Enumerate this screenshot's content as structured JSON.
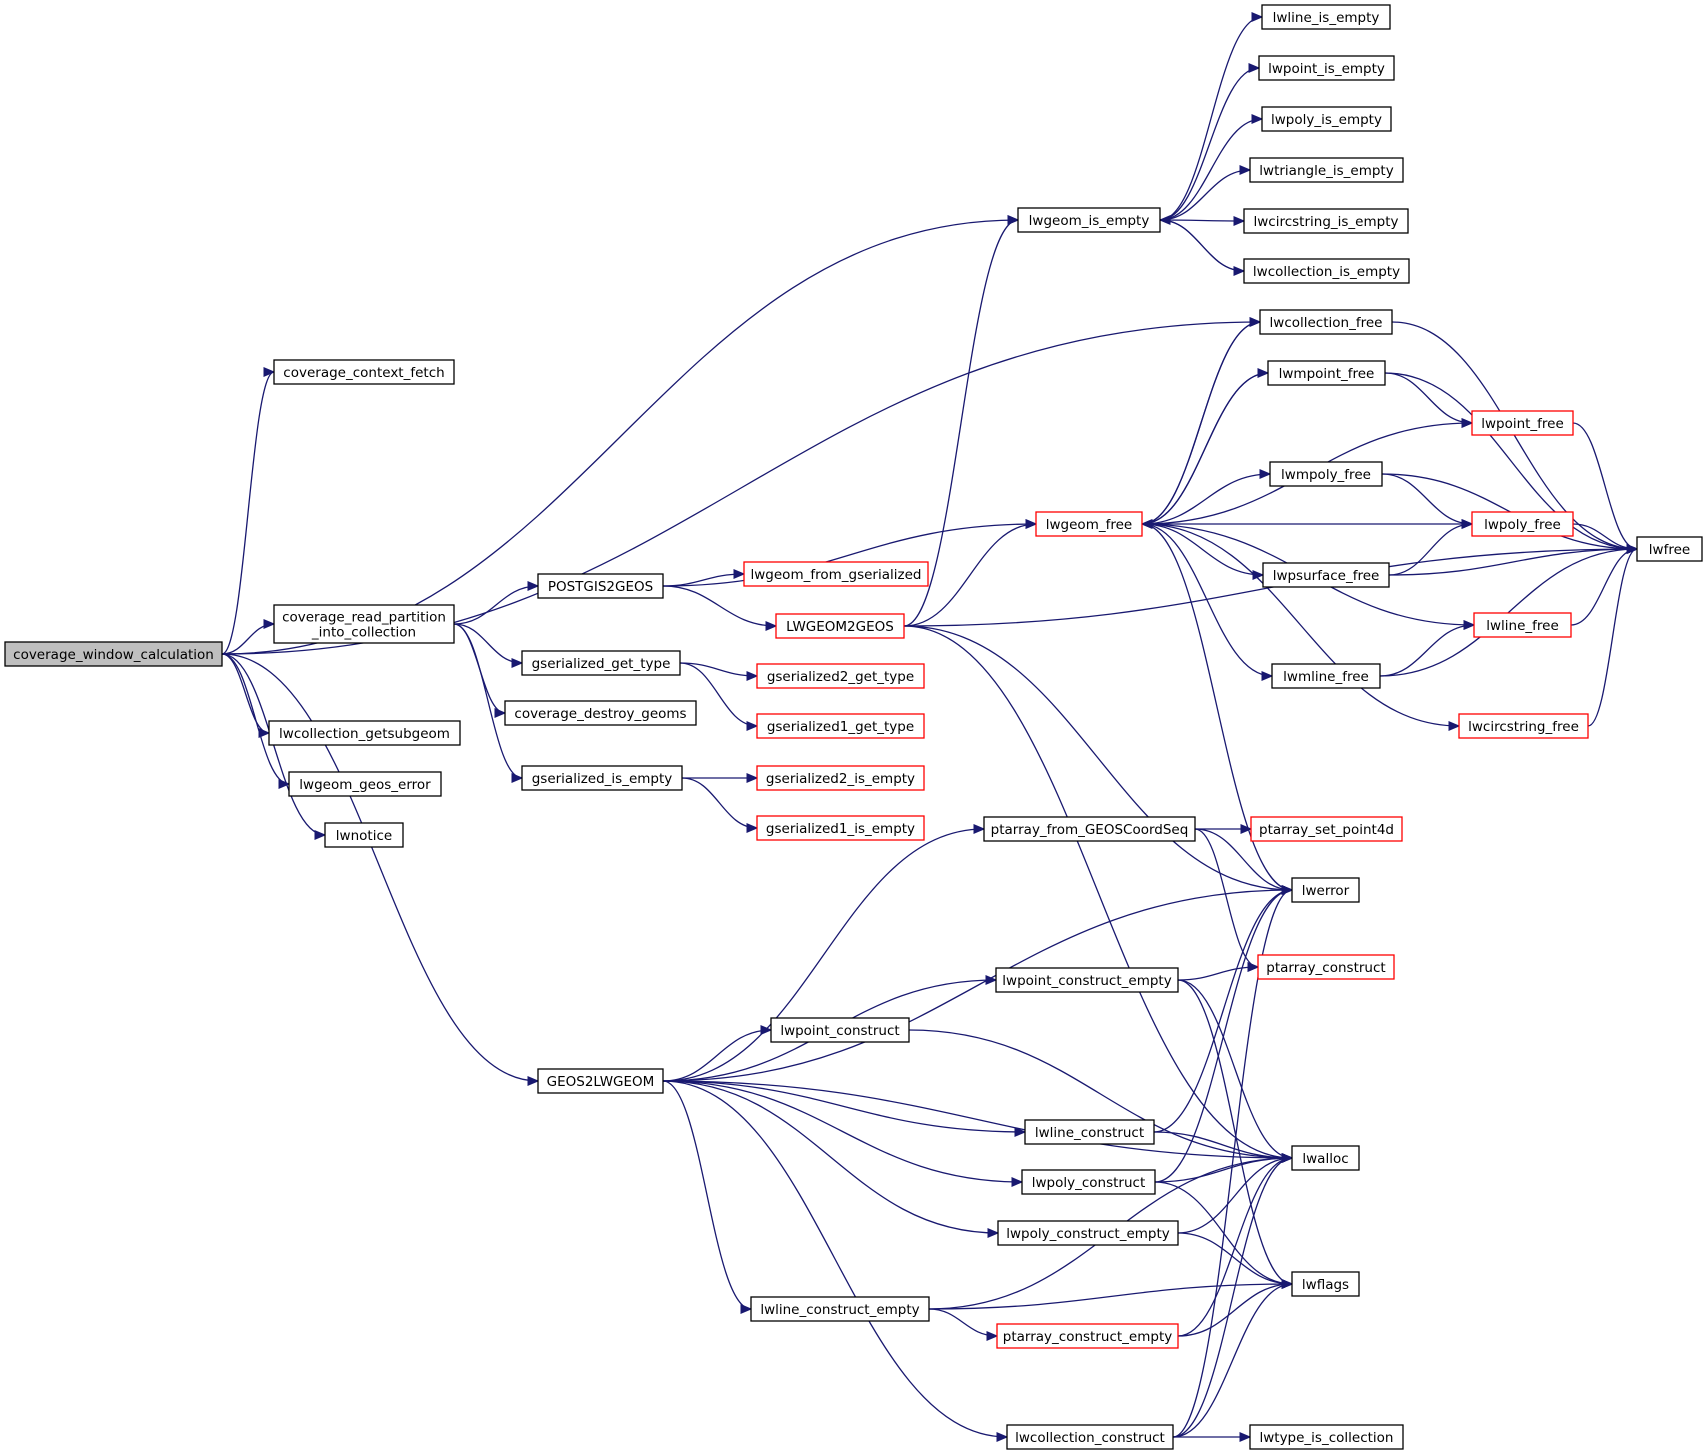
{
  "graph": {
    "nodes": [
      {
        "id": "root",
        "lines": [
          "coverage_window_calculation"
        ],
        "style": "root"
      },
      {
        "id": "ctxfetch",
        "lines": [
          "coverage_context_fetch"
        ]
      },
      {
        "id": "readpart",
        "lines": [
          "coverage_read_partition",
          "_into_collection"
        ]
      },
      {
        "id": "getsubgeom",
        "lines": [
          "lwcollection_getsubgeom"
        ]
      },
      {
        "id": "geoserr",
        "lines": [
          "lwgeom_geos_error"
        ]
      },
      {
        "id": "lwnotice",
        "lines": [
          "lwnotice"
        ]
      },
      {
        "id": "postgis2geos",
        "lines": [
          "POSTGIS2GEOS"
        ]
      },
      {
        "id": "gsgettype",
        "lines": [
          "gserialized_get_type"
        ]
      },
      {
        "id": "destroygeoms",
        "lines": [
          "coverage_destroy_geoms"
        ]
      },
      {
        "id": "gsisempty",
        "lines": [
          "gserialized_is_empty"
        ]
      },
      {
        "id": "geos2lwgeom",
        "lines": [
          "GEOS2LWGEOM"
        ]
      },
      {
        "id": "lwgeomfromgs",
        "lines": [
          "lwgeom_from_gserialized"
        ],
        "style": "red"
      },
      {
        "id": "lwgeom2geos",
        "lines": [
          "LWGEOM2GEOS"
        ],
        "style": "red"
      },
      {
        "id": "gs2gettype",
        "lines": [
          "gserialized2_get_type"
        ],
        "style": "red"
      },
      {
        "id": "gs1gettype",
        "lines": [
          "gserialized1_get_type"
        ],
        "style": "red"
      },
      {
        "id": "gs2isempty",
        "lines": [
          "gserialized2_is_empty"
        ],
        "style": "red"
      },
      {
        "id": "gs1isempty",
        "lines": [
          "gserialized1_is_empty"
        ],
        "style": "red"
      },
      {
        "id": "lwgeomisempty",
        "lines": [
          "lwgeom_is_empty"
        ]
      },
      {
        "id": "lwgeomfree",
        "lines": [
          "lwgeom_free"
        ],
        "style": "red"
      },
      {
        "id": "ptfromgeos",
        "lines": [
          "ptarray_from_GEOSCoordSeq"
        ]
      },
      {
        "id": "lwptconsempty",
        "lines": [
          "lwpoint_construct_empty"
        ]
      },
      {
        "id": "lwptcons",
        "lines": [
          "lwpoint_construct"
        ]
      },
      {
        "id": "lwlinecons",
        "lines": [
          "lwline_construct"
        ]
      },
      {
        "id": "lwpolycons",
        "lines": [
          "lwpoly_construct"
        ]
      },
      {
        "id": "lwpolyconsempty",
        "lines": [
          "lwpoly_construct_empty"
        ]
      },
      {
        "id": "lwlineconsempty",
        "lines": [
          "lwline_construct_empty"
        ]
      },
      {
        "id": "ptconsempty",
        "lines": [
          "ptarray_construct_empty"
        ],
        "style": "red"
      },
      {
        "id": "lwcollcons",
        "lines": [
          "lwcollection_construct"
        ]
      },
      {
        "id": "lwlineisempty",
        "lines": [
          "lwline_is_empty"
        ]
      },
      {
        "id": "lwptisempty",
        "lines": [
          "lwpoint_is_empty"
        ]
      },
      {
        "id": "lwpolyisempty",
        "lines": [
          "lwpoly_is_empty"
        ]
      },
      {
        "id": "lwtriisempty",
        "lines": [
          "lwtriangle_is_empty"
        ]
      },
      {
        "id": "lwcircisempty",
        "lines": [
          "lwcircstring_is_empty"
        ]
      },
      {
        "id": "lwcollisempty",
        "lines": [
          "lwcollection_is_empty"
        ]
      },
      {
        "id": "lwcollfree",
        "lines": [
          "lwcollection_free"
        ]
      },
      {
        "id": "lwmptfree",
        "lines": [
          "lwmpoint_free"
        ]
      },
      {
        "id": "lwmpolyfree",
        "lines": [
          "lwmpoly_free"
        ]
      },
      {
        "id": "lwpsurffree",
        "lines": [
          "lwpsurface_free"
        ]
      },
      {
        "id": "lwmlinefree",
        "lines": [
          "lwmline_free"
        ]
      },
      {
        "id": "ptsetpoint4d",
        "lines": [
          "ptarray_set_point4d"
        ],
        "style": "red"
      },
      {
        "id": "lwerror",
        "lines": [
          "lwerror"
        ]
      },
      {
        "id": "ptcons",
        "lines": [
          "ptarray_construct"
        ],
        "style": "red"
      },
      {
        "id": "lwalloc",
        "lines": [
          "lwalloc"
        ]
      },
      {
        "id": "lwflags",
        "lines": [
          "lwflags"
        ]
      },
      {
        "id": "lwtypeiscoll",
        "lines": [
          "lwtype_is_collection"
        ]
      },
      {
        "id": "lwptfree",
        "lines": [
          "lwpoint_free"
        ],
        "style": "red"
      },
      {
        "id": "lwpolyfree",
        "lines": [
          "lwpoly_free"
        ],
        "style": "red"
      },
      {
        "id": "lwlinefree",
        "lines": [
          "lwline_free"
        ],
        "style": "red"
      },
      {
        "id": "lwcircfree",
        "lines": [
          "lwcircstring_free"
        ],
        "style": "red"
      },
      {
        "id": "lwfree",
        "lines": [
          "lwfree"
        ]
      }
    ],
    "edges": [
      [
        "root",
        "ctxfetch"
      ],
      [
        "root",
        "lwgeomisempty"
      ],
      [
        "root",
        "lwcollfree"
      ],
      [
        "root",
        "readpart"
      ],
      [
        "root",
        "geos2lwgeom"
      ],
      [
        "root",
        "getsubgeom"
      ],
      [
        "root",
        "geoserr"
      ],
      [
        "root",
        "lwnotice"
      ],
      [
        "readpart",
        "postgis2geos"
      ],
      [
        "readpart",
        "gsgettype"
      ],
      [
        "readpart",
        "destroygeoms"
      ],
      [
        "readpart",
        "gsisempty"
      ],
      [
        "postgis2geos",
        "lwgeomfree"
      ],
      [
        "postgis2geos",
        "lwgeomfromgs"
      ],
      [
        "postgis2geos",
        "lwgeom2geos"
      ],
      [
        "gsgettype",
        "gs2gettype"
      ],
      [
        "gsgettype",
        "gs1gettype"
      ],
      [
        "gsisempty",
        "gs2isempty"
      ],
      [
        "gsisempty",
        "gs1isempty"
      ],
      [
        "lwgeom2geos",
        "lwgeomisempty"
      ],
      [
        "lwgeom2geos",
        "lwgeomfree"
      ],
      [
        "lwgeom2geos",
        "lwfree"
      ],
      [
        "lwgeom2geos",
        "lwerror"
      ],
      [
        "lwgeom2geos",
        "lwalloc"
      ],
      [
        "lwgeomisempty",
        "lwlineisempty"
      ],
      [
        "lwgeomisempty",
        "lwptisempty"
      ],
      [
        "lwgeomisempty",
        "lwpolyisempty"
      ],
      [
        "lwgeomisempty",
        "lwtriisempty"
      ],
      [
        "lwgeomisempty",
        "lwcircisempty"
      ],
      [
        "lwgeomisempty",
        "lwcollisempty"
      ],
      [
        "lwcollisempty",
        "lwgeomisempty"
      ],
      [
        "lwgeomfree",
        "lwcollfree"
      ],
      [
        "lwgeomfree",
        "lwmptfree"
      ],
      [
        "lwgeomfree",
        "lwptfree"
      ],
      [
        "lwgeomfree",
        "lwmpolyfree"
      ],
      [
        "lwgeomfree",
        "lwpolyfree"
      ],
      [
        "lwgeomfree",
        "lwpsurffree"
      ],
      [
        "lwgeomfree",
        "lwlinefree"
      ],
      [
        "lwgeomfree",
        "lwmlinefree"
      ],
      [
        "lwgeomfree",
        "lwcircfree"
      ],
      [
        "lwgeomfree",
        "lwerror"
      ],
      [
        "lwcollfree",
        "lwgeomfree"
      ],
      [
        "lwcollfree",
        "lwfree"
      ],
      [
        "lwmptfree",
        "lwgeomfree"
      ],
      [
        "lwmptfree",
        "lwptfree"
      ],
      [
        "lwmptfree",
        "lwfree"
      ],
      [
        "lwptfree",
        "lwfree"
      ],
      [
        "lwmpolyfree",
        "lwpolyfree"
      ],
      [
        "lwmpolyfree",
        "lwfree"
      ],
      [
        "lwpolyfree",
        "lwfree"
      ],
      [
        "lwpsurffree",
        "lwpolyfree"
      ],
      [
        "lwpsurffree",
        "lwfree"
      ],
      [
        "lwlinefree",
        "lwfree"
      ],
      [
        "lwmlinefree",
        "lwlinefree"
      ],
      [
        "lwmlinefree",
        "lwfree"
      ],
      [
        "lwcircfree",
        "lwfree"
      ],
      [
        "geos2lwgeom",
        "ptfromgeos"
      ],
      [
        "geos2lwgeom",
        "lwerror"
      ],
      [
        "geos2lwgeom",
        "lwptconsempty"
      ],
      [
        "geos2lwgeom",
        "lwptcons"
      ],
      [
        "geos2lwgeom",
        "lwalloc"
      ],
      [
        "geos2lwgeom",
        "lwlinecons"
      ],
      [
        "geos2lwgeom",
        "lwpolycons"
      ],
      [
        "geos2lwgeom",
        "lwpolyconsempty"
      ],
      [
        "geos2lwgeom",
        "lwlineconsempty"
      ],
      [
        "geos2lwgeom",
        "lwcollcons"
      ],
      [
        "ptfromgeos",
        "ptsetpoint4d"
      ],
      [
        "ptfromgeos",
        "lwerror"
      ],
      [
        "ptfromgeos",
        "ptcons"
      ],
      [
        "lwptconsempty",
        "ptcons"
      ],
      [
        "lwptconsempty",
        "lwalloc"
      ],
      [
        "lwptconsempty",
        "lwflags"
      ],
      [
        "lwptcons",
        "lwalloc"
      ],
      [
        "lwlinecons",
        "lwalloc"
      ],
      [
        "lwlinecons",
        "lwerror"
      ],
      [
        "lwpolycons",
        "lwalloc"
      ],
      [
        "lwpolycons",
        "lwflags"
      ],
      [
        "lwpolycons",
        "lwerror"
      ],
      [
        "lwpolyconsempty",
        "lwalloc"
      ],
      [
        "lwpolyconsempty",
        "lwflags"
      ],
      [
        "lwlineconsempty",
        "lwalloc"
      ],
      [
        "lwlineconsempty",
        "ptconsempty"
      ],
      [
        "lwlineconsempty",
        "lwflags"
      ],
      [
        "ptconsempty",
        "lwalloc"
      ],
      [
        "ptconsempty",
        "lwflags"
      ],
      [
        "lwcollcons",
        "lwtypeiscoll"
      ],
      [
        "lwcollcons",
        "lwerror"
      ],
      [
        "lwcollcons",
        "lwalloc"
      ],
      [
        "lwcollcons",
        "lwflags"
      ]
    ]
  }
}
